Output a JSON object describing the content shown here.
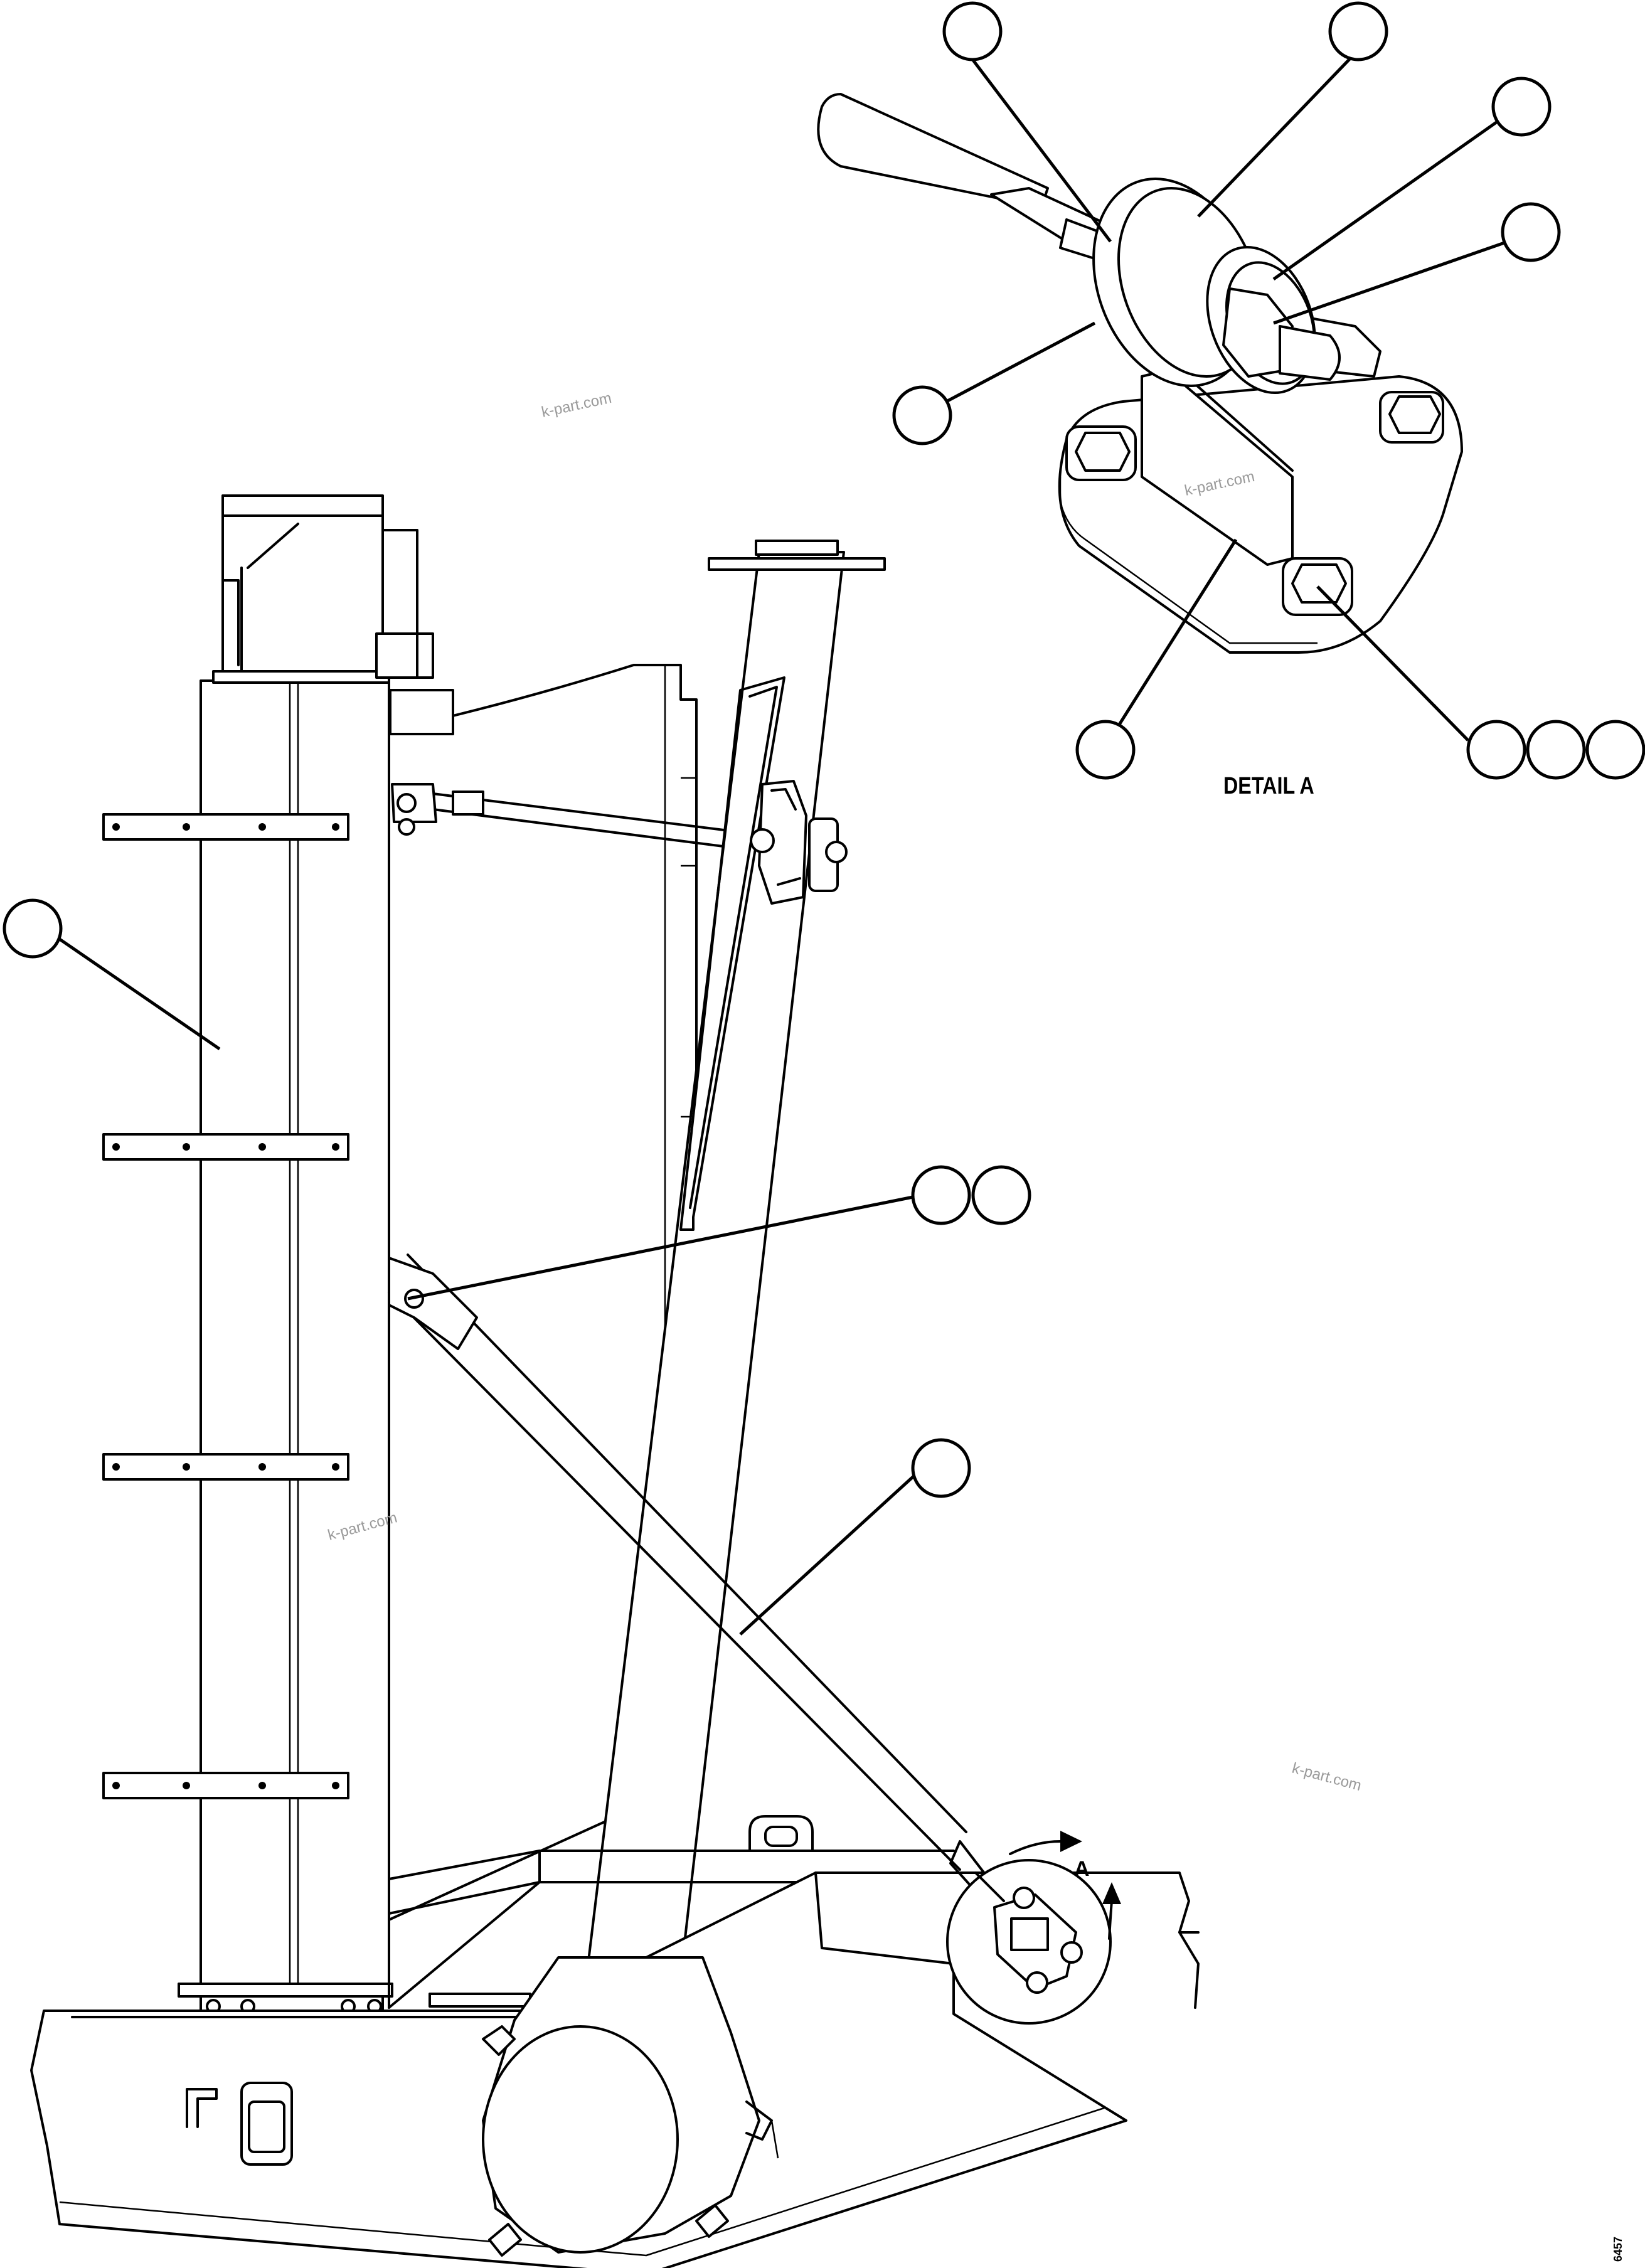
{
  "detail_label": "DETAIL A",
  "view_marker": "A",
  "watermarks": [
    "k-part.com",
    "k-part.com",
    "k-part.com",
    "k-part.com"
  ],
  "drawing_number": "6457",
  "callouts": [
    {
      "id": "callout-column"
    },
    {
      "id": "callout-pivot-pin-a"
    },
    {
      "id": "callout-pivot-pin-b"
    },
    {
      "id": "callout-tie-rod"
    },
    {
      "id": "callout-detail-rod"
    },
    {
      "id": "callout-detail-washer"
    },
    {
      "id": "callout-detail-spacer"
    },
    {
      "id": "callout-detail-nut"
    },
    {
      "id": "callout-detail-bushing"
    },
    {
      "id": "callout-detail-bracket"
    },
    {
      "id": "callout-detail-bolt"
    },
    {
      "id": "callout-detail-lockwasher"
    },
    {
      "id": "callout-detail-flatwasher"
    }
  ]
}
